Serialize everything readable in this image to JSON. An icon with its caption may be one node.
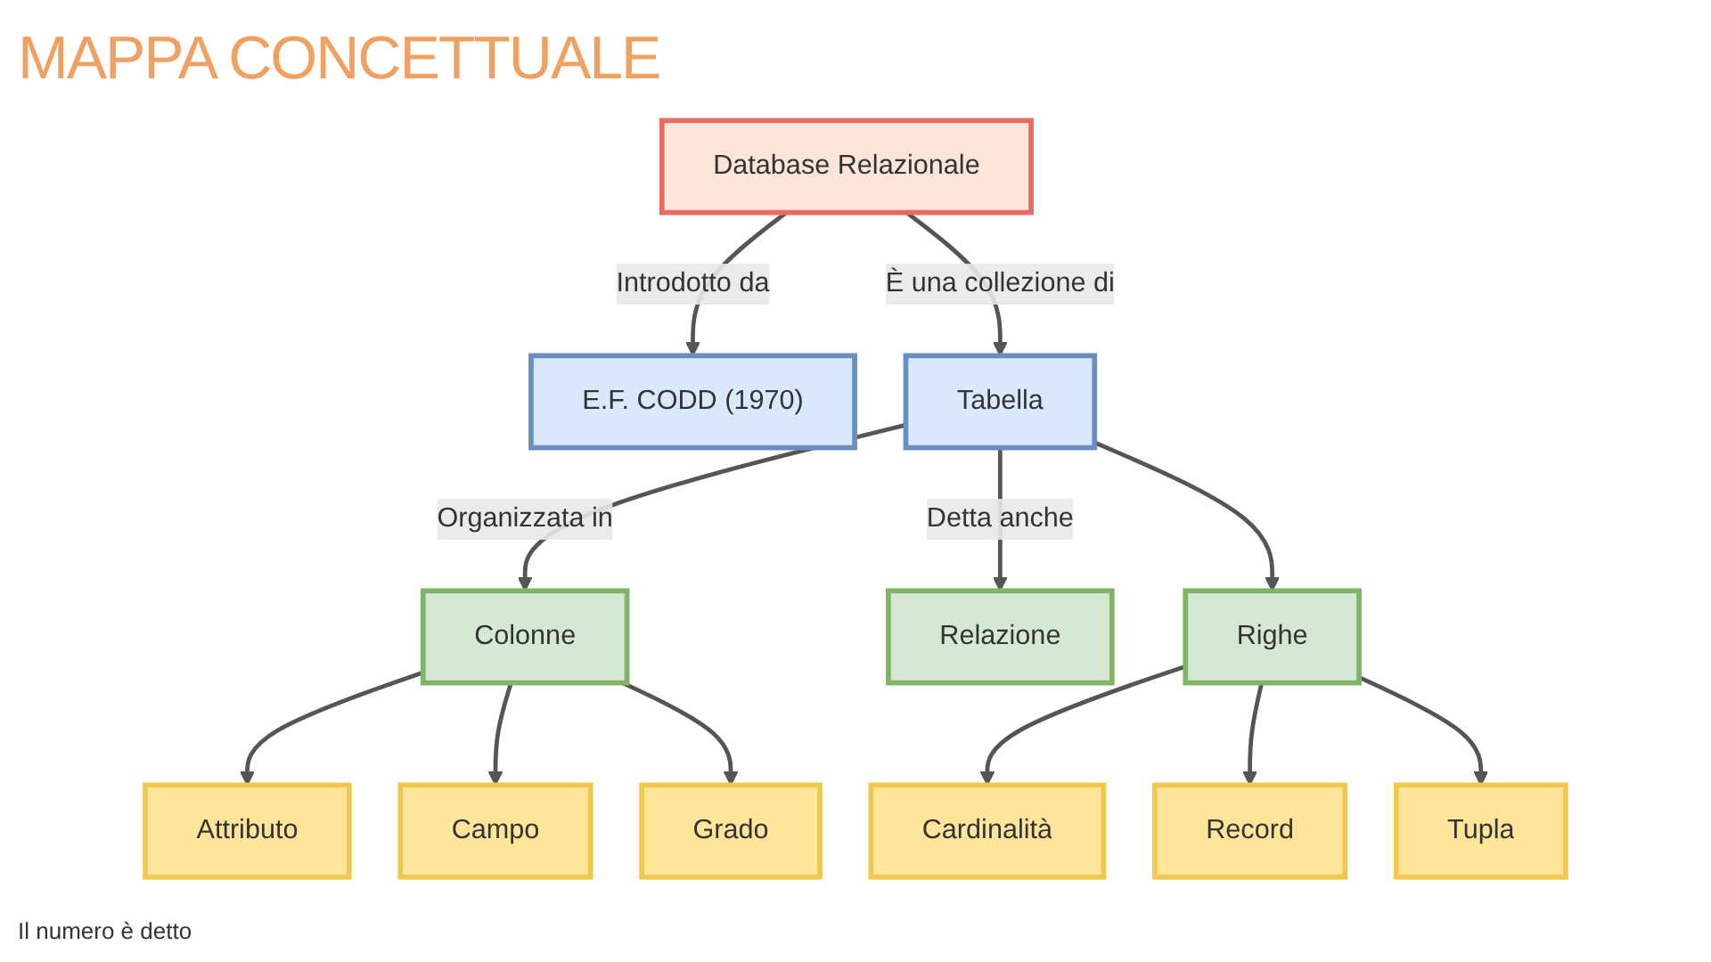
{
  "diagram": {
    "title": "MAPPA CONCETTUALE",
    "nodes": [
      {
        "text": [
          "E.F. CODD (1970)"
        ]
      },
      {
        "text": [
          "Database Relazionale"
        ]
      },
      {
        "text": [
          "Tabella"
        ]
      },
      {
        "text": [
          "Relazione"
        ]
      },
      {
        "text": [
          "Attributo"
        ]
      },
      {
        "text": [
          "Campo"
        ]
      },
      {
        "text": [
          "Colonne"
        ]
      },
      {
        "text": [
          "Righe"
        ]
      },
      {
        "text": [
          "Grado"
        ]
      },
      {
        "text": [
          "Cardinalità"
        ]
      },
      {
        "text": [
          "Record"
        ]
      },
      {
        "text": [
          "Tupla"
        ]
      }
    ],
    "edges": [
      {
        "from": 1,
        "to": 0,
        "arrow": "to",
        "label": "Introdotto da"
      },
      {
        "from": 1,
        "to": 2,
        "arrow": "to",
        "label": "È una collezione di"
      },
      {
        "from": 2,
        "to": 6,
        "arrow": "to",
        "label": "Organizzata in"
      },
      {
        "from": 2,
        "to": 7,
        "arrow": "to"
      },
      {
        "from": 2,
        "to": 3,
        "arrow": "to",
        "label": "Detta anche"
      },
      {
        "from": 6,
        "to": 4,
        "arrow": "to"
      },
      {
        "from": 6,
        "to": 5,
        "arrow": "to"
      },
      {
        "from": 6,
        "to": 8,
        "arrow": "to"
      },
      {
        "from": 7,
        "to": 9,
        "arrow": "to"
      },
      {
        "from": 7,
        "to": 10,
        "arrow": "to"
      },
      {
        "from": 7,
        "to": 11,
        "arrow": "to"
      }
    ],
    "labels": [
      "Il numero è detto"
    ]
  }
}
